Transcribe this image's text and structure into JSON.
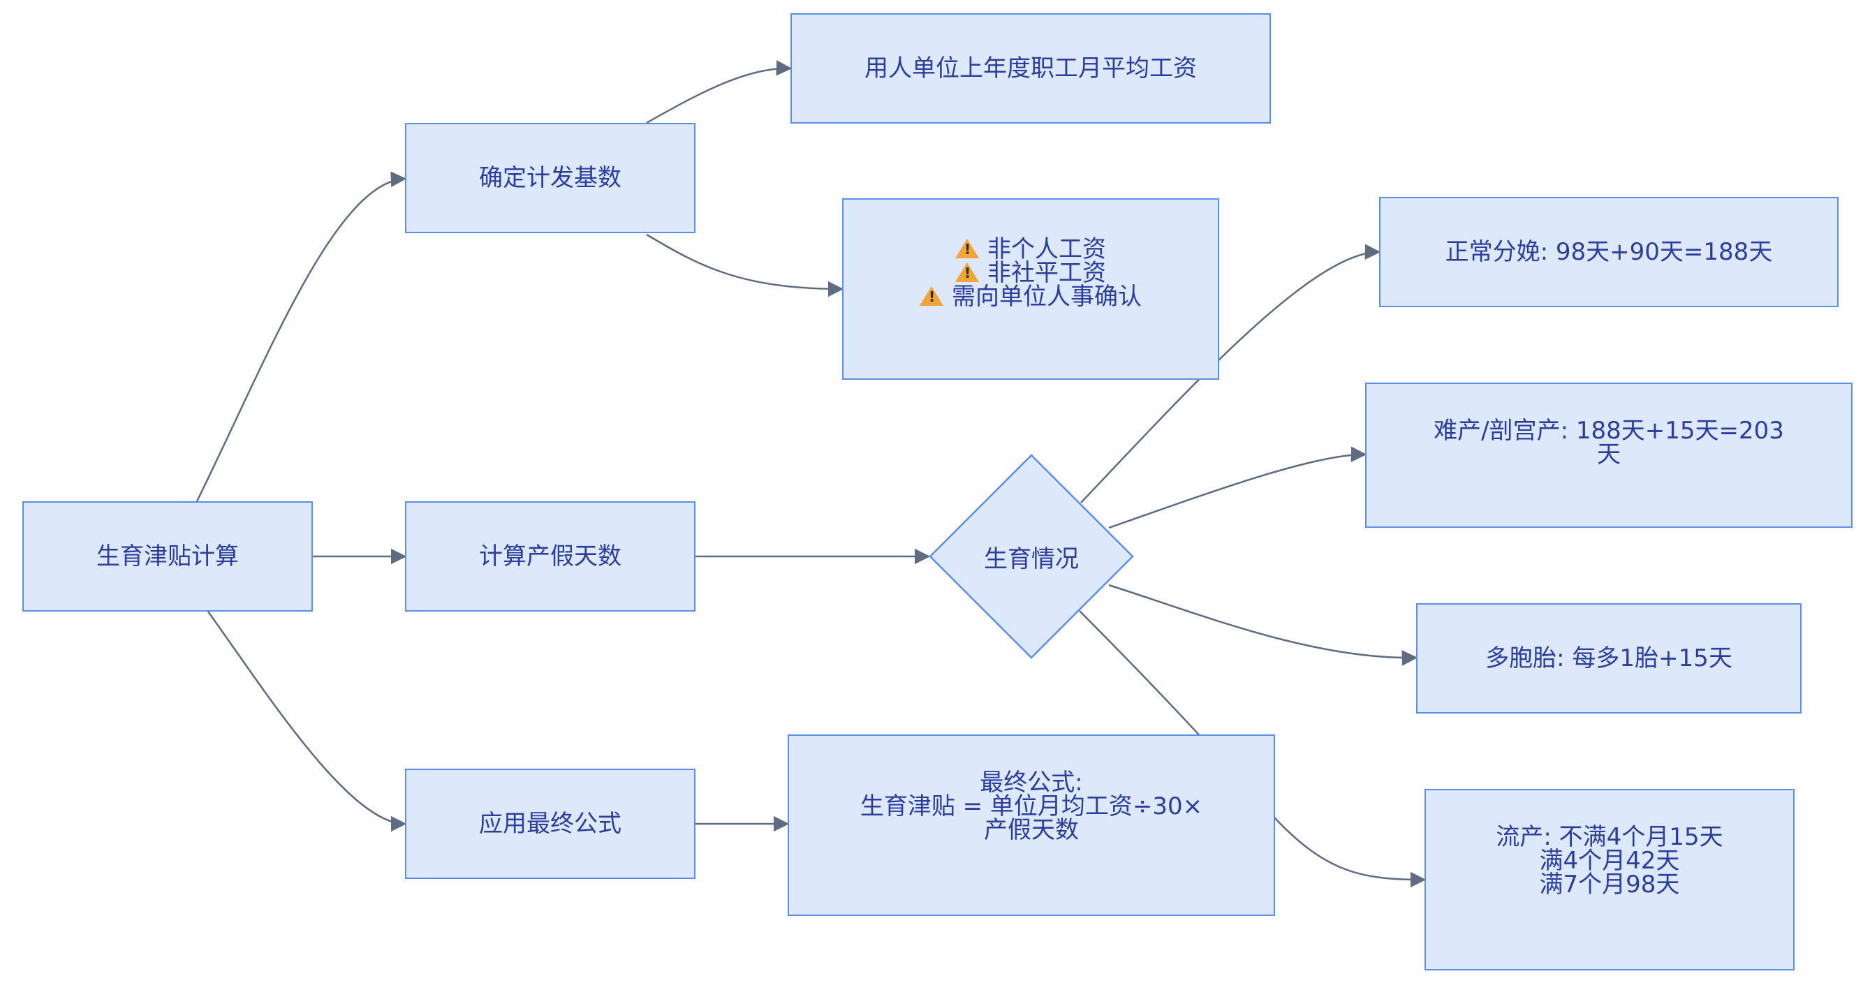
{
  "colors": {
    "node_fill": "#dde8fb",
    "node_border": "#5b8fe3",
    "text": "#2c3e9c",
    "edge": "#5f6b80",
    "warning": "#f0a43a"
  },
  "nodes": {
    "root": "生育津贴计算",
    "base": "确定计发基数",
    "days": "计算产假天数",
    "formula": "应用最终公式",
    "avg_wage": "用人单位上年度职工月平均工资",
    "warnings": [
      "非个人工资",
      "非社平工资",
      "需向单位人事确认"
    ],
    "decision": "生育情况",
    "normal": "正常分娩: 98天+90天=188天",
    "difficult": [
      "难产/剖宫产: 188天+15天=203",
      "天"
    ],
    "multiple": "多胞胎: 每多1胎+15天",
    "miscarriage": [
      "流产: 不满4个月15天",
      "满4个月42天",
      "满7个月98天"
    ],
    "final_formula": [
      "最终公式:",
      "生育津贴 = 单位月均工资÷30×",
      "产假天数"
    ]
  }
}
